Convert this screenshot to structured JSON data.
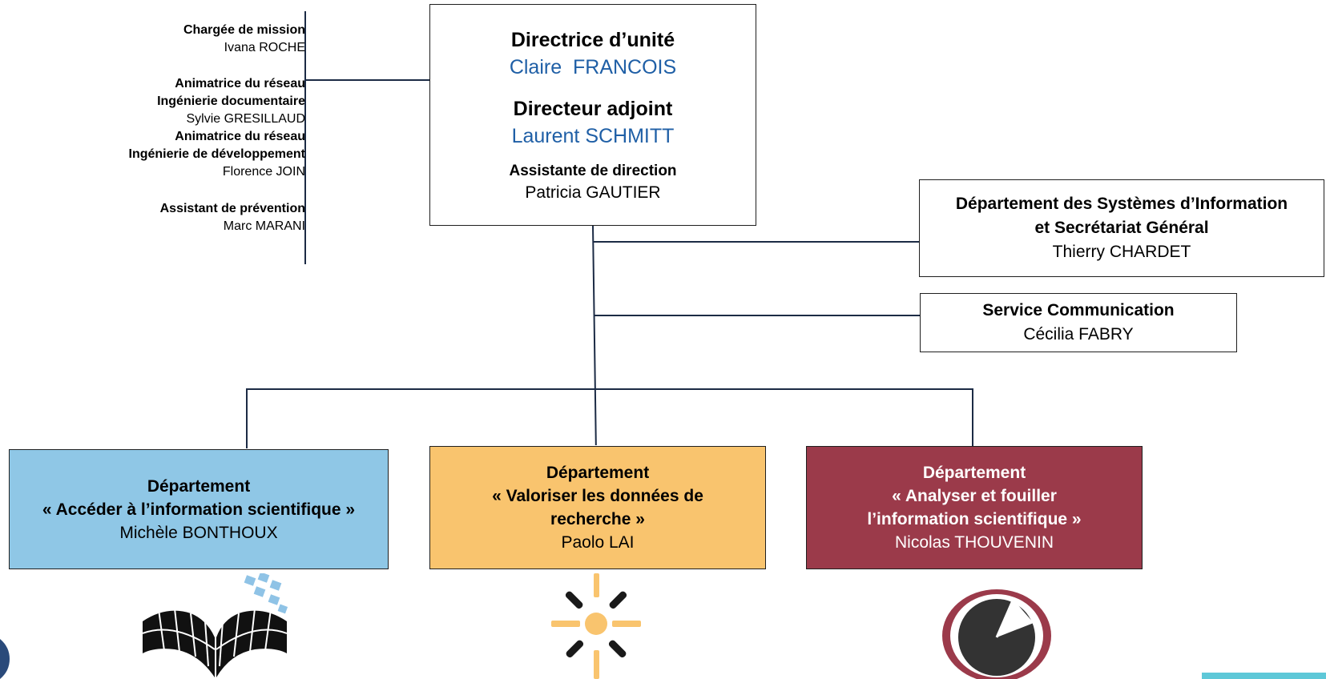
{
  "director_box": {
    "director_title": "Directrice d’unité",
    "director_name": "Claire  FRANCOIS",
    "deputy_title": "Directeur adjoint",
    "deputy_name": "Laurent SCHMITT",
    "assistant_title": "Assistante de direction",
    "assistant_name": "Patricia GAUTIER"
  },
  "staff": [
    {
      "role_lines": [
        "Chargée de mission"
      ],
      "name": "Ivana ROCHE"
    },
    {
      "role_lines": [
        "Animatrice du réseau",
        "Ingénierie documentaire"
      ],
      "name": "Sylvie GRESILLAUD"
    },
    {
      "role_lines": [
        "Animatrice du réseau",
        "Ingénierie de développement"
      ],
      "name": "Florence JOIN"
    },
    {
      "role_lines": [
        "Assistant de prévention"
      ],
      "name": "Marc MARANI"
    }
  ],
  "dsi_box": {
    "title_line1": "Département des Systèmes d’Information",
    "title_line2": "et Secrétariat Général",
    "name": "Thierry CHARDET"
  },
  "com_box": {
    "title": "Service Communication",
    "name": "Cécilia FABRY"
  },
  "departments": [
    {
      "lines": [
        "Département",
        "« Accéder à l’information scientifique »"
      ],
      "name": "Michèle BONTHOUX",
      "color": "#8fc7e6"
    },
    {
      "lines": [
        "Département",
        "« Valoriser les données de",
        "recherche »"
      ],
      "name": "Paolo LAI",
      "color": "#f9c46e"
    },
    {
      "lines": [
        "Département",
        "« Analyser et fouiller",
        "l’information scientifique »"
      ],
      "name": "Nicolas THOUVENIN",
      "color": "#9b3a4a"
    }
  ],
  "colors": {
    "line": "#1c2b45",
    "name_blue": "#1f5fa6",
    "dept_text_light": "#ffffff",
    "logo_blue": "#8fc3e6",
    "logo_yellow": "#f9c46e",
    "logo_red": "#9b3a4a"
  },
  "icons": [
    "open-book-grid-icon",
    "sunburst-icon",
    "pie-clock-icon"
  ]
}
